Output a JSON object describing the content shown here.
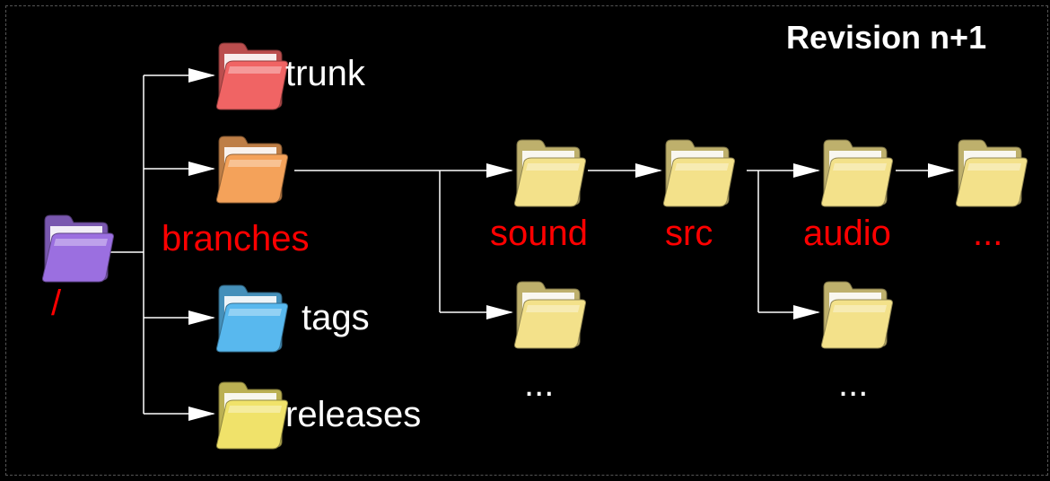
{
  "title": "Revision n+1",
  "labels": {
    "root": "/",
    "trunk": "trunk",
    "branches": "branches",
    "tags": "tags",
    "releases": "releases",
    "sound": "sound",
    "sub_more": "...",
    "src": "src",
    "audio": "audio",
    "audio_more": "...",
    "deep_more": "..."
  },
  "colors": {
    "label_white": "#ffffff",
    "label_red": "#ff0000",
    "connector": "#ffffff",
    "folder_root": "#9b6fe0",
    "folder_trunk": "#f06464",
    "folder_branches": "#f4a25a",
    "folder_tags": "#58b8ee",
    "folder_releases": "#f0e26a",
    "folder_generic": "#f3e18a"
  },
  "icons": [
    "folder-icon",
    "arrow-icon"
  ]
}
